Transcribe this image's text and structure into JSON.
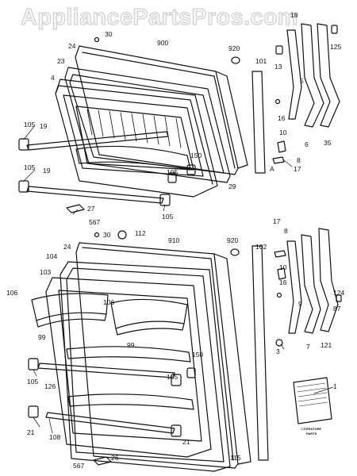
{
  "watermark": "AppliancePartsPros.com",
  "upper_door_labels": {
    "p30": "30",
    "p900": "900",
    "p920": "920",
    "p24": "24",
    "p23": "23",
    "p4": "4",
    "p101": "101",
    "p13": "13",
    "p18": "18",
    "p125": "125",
    "p5": "5",
    "p16": "16",
    "p6": "6",
    "p35": "35",
    "p10": "10",
    "p8": "8",
    "p17": "17",
    "pA": "A",
    "p105a": "105",
    "p19a": "19",
    "p105b": "105",
    "p19b": "19",
    "p150": "150",
    "p105c": "105",
    "p29": "29",
    "p105d": "105",
    "p27": "27",
    "p567": "567"
  },
  "lower_door_labels": {
    "p30": "30",
    "p112": "112",
    "p910": "910",
    "p920": "920",
    "p104": "104",
    "p24": "24",
    "p103": "103",
    "p106a": "106",
    "p106b": "106",
    "p99a": "99",
    "p99b": "99",
    "p102": "102",
    "p17": "17",
    "p8": "8",
    "p10": "10",
    "p16": "16",
    "p9": "9",
    "p124": "124",
    "p87": "87",
    "p7": "7",
    "p121": "121",
    "p3": "3",
    "p105a": "105",
    "p126": "126",
    "p150": "150",
    "p105b": "105",
    "p21a": "21",
    "p108": "108",
    "p21b": "21",
    "p115": "115",
    "p567": "567",
    "p26": "26",
    "p1": "1"
  },
  "literature": {
    "line1": "LITERATURE",
    "line2": "PARTS"
  }
}
